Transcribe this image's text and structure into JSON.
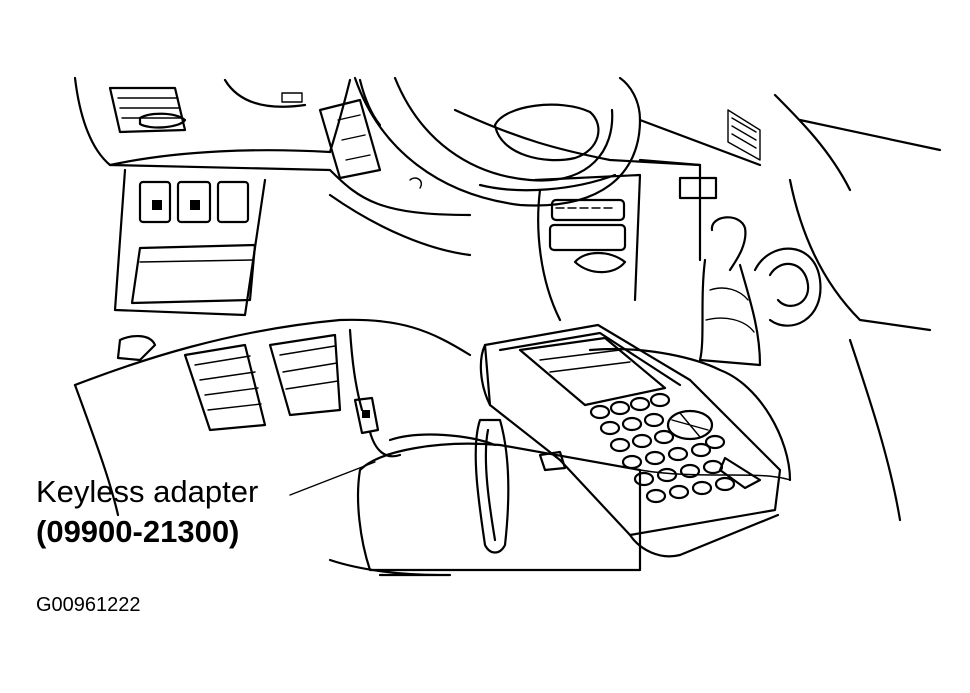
{
  "callout": {
    "name": "Keyless adapter",
    "part_number": "(09900-21300)"
  },
  "figure_code": "G00961222",
  "colors": {
    "line": "#000000",
    "background": "#ffffff"
  }
}
